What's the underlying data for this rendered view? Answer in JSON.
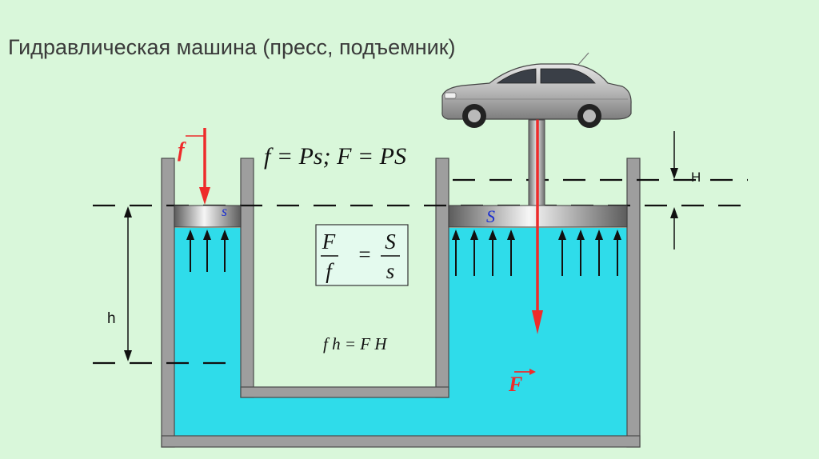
{
  "title": "Гидравлическая машина (пресс, подъемник)",
  "colors": {
    "background": "#d9f7da",
    "liquid": "#2fdcea",
    "wall": "#9e9e9e",
    "wall_outline": "#4a4a4a",
    "force_arrow": "#ee2b2b",
    "pressure_arrow": "#111111",
    "piston_label": "#1b2fd0"
  },
  "labels": {
    "small_force": "f",
    "large_force": "F",
    "small_area": "s",
    "large_area": "S",
    "small_height": "h",
    "large_height": "H"
  },
  "formulas": {
    "force_relation": "f = Ps; F = PS",
    "ratio_numerator_left": "F",
    "ratio_denominator_left": "f",
    "ratio_equals": "=",
    "ratio_numerator_right": "S",
    "ratio_denominator_right": "s",
    "work_relation": "f h = F H"
  },
  "icons": {
    "car": "car-icon"
  }
}
